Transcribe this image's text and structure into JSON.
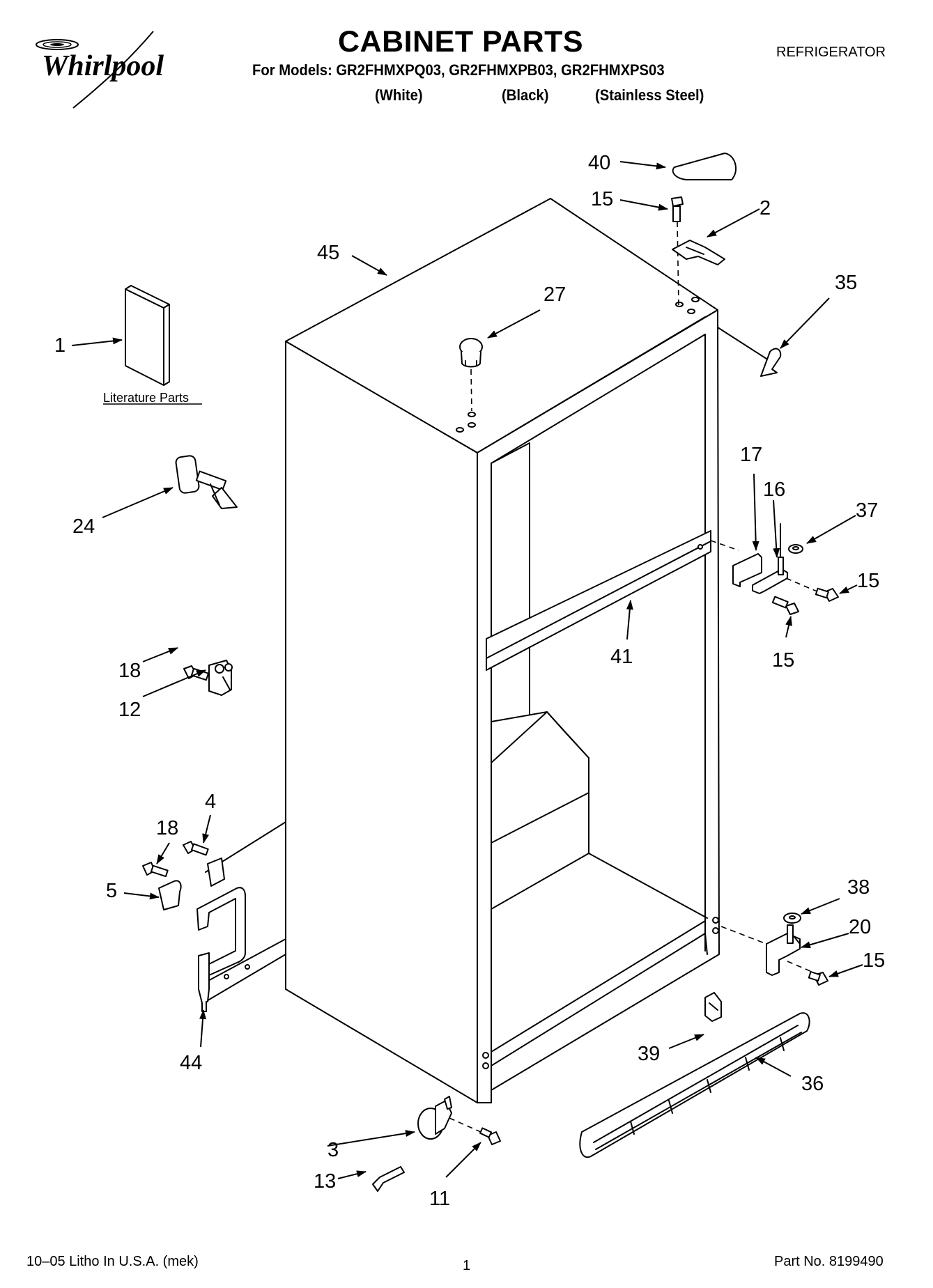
{
  "header": {
    "brand": "Whirlpool",
    "title": "CABINET PARTS",
    "models_line": "For Models: GR2FHMXPQ03, GR2FHMXPB03, GR2FHMXPS03",
    "variants": [
      "(White)",
      "(Black)",
      "(Stainless Steel)"
    ],
    "product_type": "REFRIGERATOR"
  },
  "diagram": {
    "literature_label": "Literature Parts",
    "callouts": [
      "40",
      "15",
      "2",
      "45",
      "27",
      "35",
      "1",
      "24",
      "17",
      "16",
      "37",
      "15",
      "41",
      "15",
      "18",
      "12",
      "4",
      "18",
      "5",
      "38",
      "20",
      "15",
      "39",
      "36",
      "44",
      "3",
      "13",
      "11"
    ]
  },
  "footer": {
    "left": "10–05 Litho In U.S.A. (mek)",
    "page": "1",
    "right": "Part No. 8199490"
  }
}
